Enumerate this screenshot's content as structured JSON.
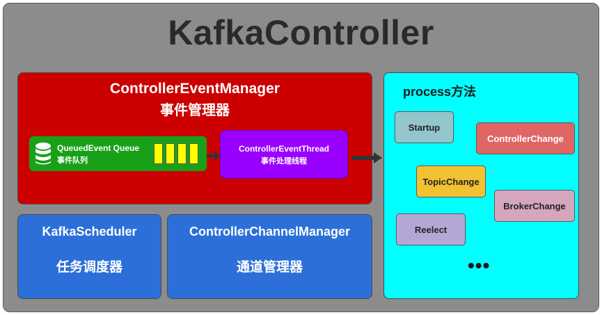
{
  "title": "KafkaController",
  "event_manager": {
    "title": "ControllerEventManager",
    "subtitle": "事件管理器",
    "queue": {
      "label": "QueuedEvent Queue",
      "sublabel": "事件队列"
    },
    "thread": {
      "label": "ControllerEventThread",
      "sublabel": "事件处理线程"
    }
  },
  "scheduler": {
    "title": "KafkaScheduler",
    "subtitle": "任务调度器"
  },
  "channel_manager": {
    "title": "ControllerChannelManager",
    "subtitle": "通道管理器"
  },
  "process": {
    "title": "process方法",
    "events": [
      {
        "label": "Startup",
        "color": "#93c6cc"
      },
      {
        "label": "ControllerChange",
        "color": "#e06666"
      },
      {
        "label": "TopicChange",
        "color": "#f1c232"
      },
      {
        "label": "BrokerChange",
        "color": "#d5a6bd"
      },
      {
        "label": "Reelect",
        "color": "#b4a7d6"
      }
    ],
    "more": "•••"
  },
  "colors": {
    "background": "#8c8c8c",
    "event_manager": "#cc0000",
    "queue": "#19a019",
    "queue_items": "#ffff00",
    "thread": "#9900ff",
    "blue_panels": "#2c6fd9",
    "process": "#00ffff"
  },
  "icons": [
    "database-icon",
    "arrow-right-icon"
  ]
}
